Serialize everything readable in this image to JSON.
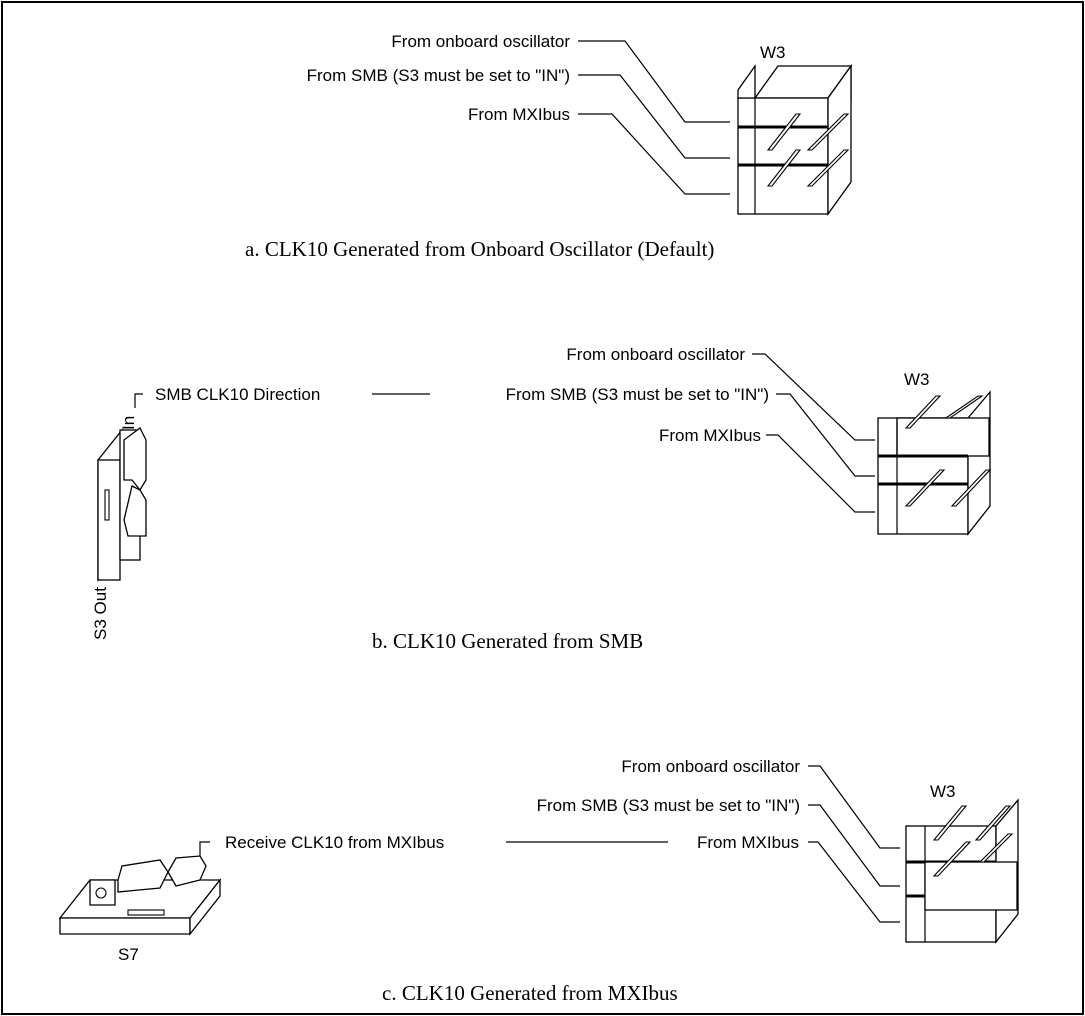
{
  "panel_a": {
    "header": "W3",
    "labels": [
      "From onboard oscillator",
      "From SMB (S3 must be set to \"IN\")",
      "From MXIbus"
    ],
    "caption": "a. CLK10 Generated from Onboard Oscillator (Default)"
  },
  "panel_b": {
    "header": "W3",
    "labels": [
      "From onboard oscillator",
      "From SMB (S3 must be set to \"IN\")",
      "From MXIbus"
    ],
    "switch_direction_label": "SMB CLK10 Direction",
    "switch_in_label": "In",
    "switch_out_label": "S3 Out",
    "caption": "b. CLK10 Generated from SMB"
  },
  "panel_c": {
    "header": "W3",
    "labels": [
      "From onboard oscillator",
      "From SMB (S3 must be set to \"IN\")",
      "From MXIbus"
    ],
    "switch_label": "Receive CLK10 from MXIbus",
    "switch_name": "S7",
    "caption": "c. CLK10 Generated from MXIbus"
  }
}
